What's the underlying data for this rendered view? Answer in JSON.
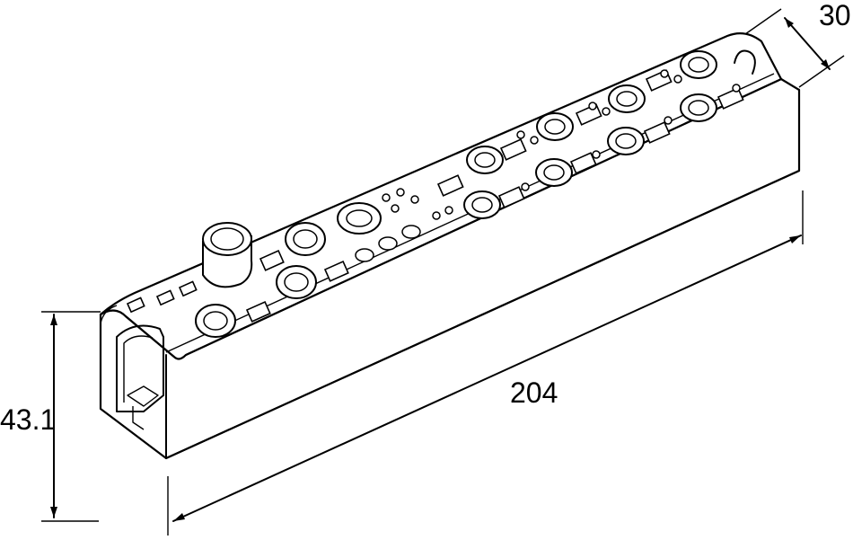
{
  "dimensions": {
    "width_label": "30",
    "height_label": "43.1",
    "length_label": "204"
  },
  "device": {
    "name_icon": "io-distribution-box-icon",
    "ports_top_row_count": 4,
    "ports_bottom_row_count": 4
  }
}
